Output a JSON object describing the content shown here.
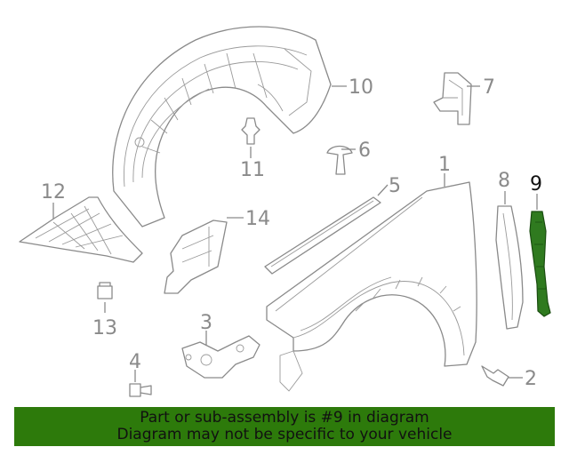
{
  "callouts": {
    "c1": "1",
    "c2": "2",
    "c3": "3",
    "c4": "4",
    "c5": "5",
    "c6": "6",
    "c7": "7",
    "c8": "8",
    "c9": "9",
    "c10": "10",
    "c11": "11",
    "c12": "12",
    "c13": "13",
    "c14": "14"
  },
  "highlighted_part": "9",
  "banner": {
    "line1": "Part or sub-assembly is #9 in diagram",
    "line2": "Diagram may not be specific to your vehicle",
    "background_color": "#2d7a0b"
  },
  "colors": {
    "line_art": "#8a8a8a",
    "highlight": "#2f7a1f"
  }
}
